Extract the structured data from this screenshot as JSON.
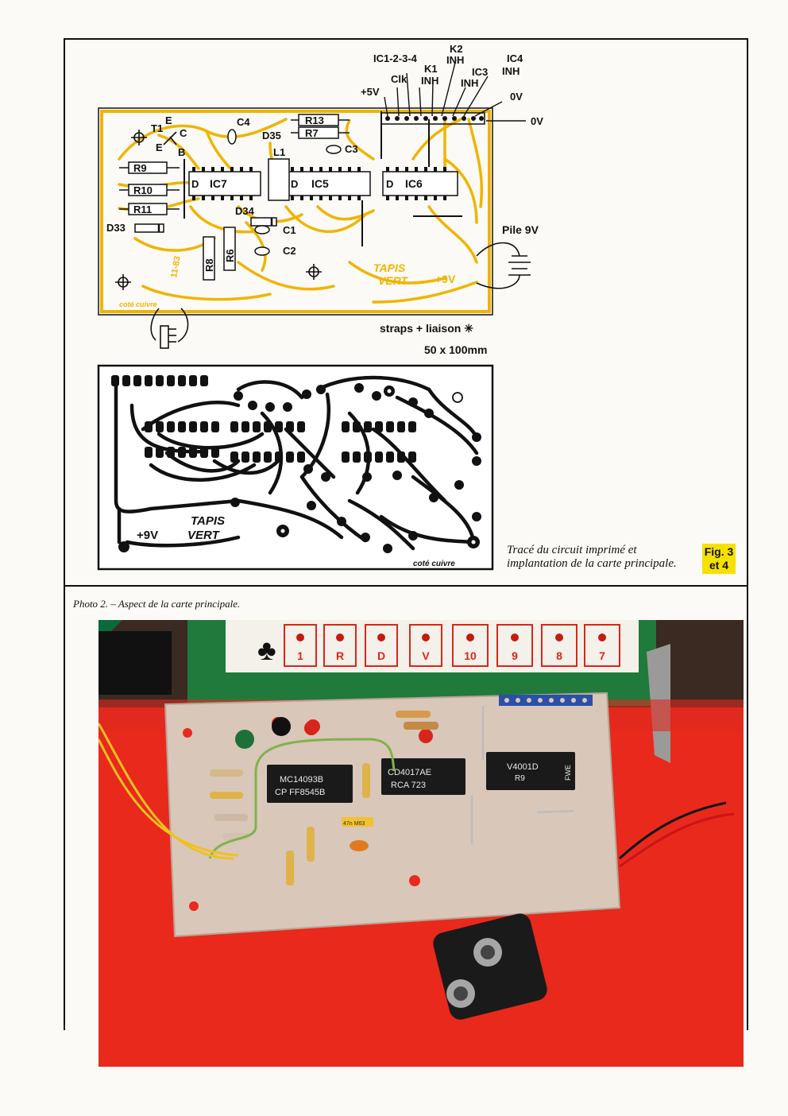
{
  "top_labels": {
    "ic1234": "IC1-2-3-4",
    "clk": "Clk",
    "plus5v": "+5V",
    "k1": "K1",
    "k1inh": "INH",
    "k2": "K2",
    "k2inh": "INH",
    "ic3": "IC3",
    "ic3inh": "INH",
    "ic4": "IC4",
    "ic4inh": "INH",
    "zero_v_a": "0V",
    "zero_v_b": "0V"
  },
  "components": {
    "t1": "T1",
    "e1": "E",
    "c_pin": "C",
    "e2": "E",
    "b_pin": "B",
    "c4": "C4",
    "d35": "D35",
    "r13": "R13",
    "r7": "R7",
    "c3": "C3",
    "l1": "L1",
    "r9": "R9",
    "r10": "R10",
    "r11": "R11",
    "d33": "D33",
    "d34": "D34",
    "c1": "C1",
    "c2": "C2",
    "r8": "R8",
    "r6": "R6",
    "ic7": "IC7",
    "ic5": "IC5",
    "ic6": "IC6",
    "d_mark": "D"
  },
  "board_text": {
    "tapis": "TAPIS",
    "vert": "VERT",
    "plus9v": "+9V",
    "cote_cuivre": "coté cuivre",
    "date": "11-83",
    "pile": "Pile 9V",
    "straps": "straps + liaison ✳",
    "size": "50 x 100mm"
  },
  "caption": {
    "line1": "Tracé du circuit imprimé et",
    "line2": "implantation de la carte principale.",
    "fig_line1": "Fig. 3",
    "fig_line2": "et 4"
  },
  "photo": {
    "caption": "Photo 2. – Aspect de la carte principale.",
    "cards": [
      "1",
      "R",
      "D",
      "V",
      "10",
      "9",
      "8",
      "7"
    ],
    "suit": "♣",
    "chip1_l1": "MC14093B",
    "chip1_l2": "CP FF8545B",
    "chip2_l1": "CD4017AE",
    "chip2_l2": "RCA 723",
    "chip3_l1": "V4001D",
    "chip3_l2": "R9",
    "chip3_side": "FWE",
    "cap_label": "47n M63"
  },
  "colors": {
    "trace_yellow": "#f0b400",
    "copper_black": "#111111",
    "fig_badge": "#f5e100",
    "photo_red": "#e8291c"
  }
}
